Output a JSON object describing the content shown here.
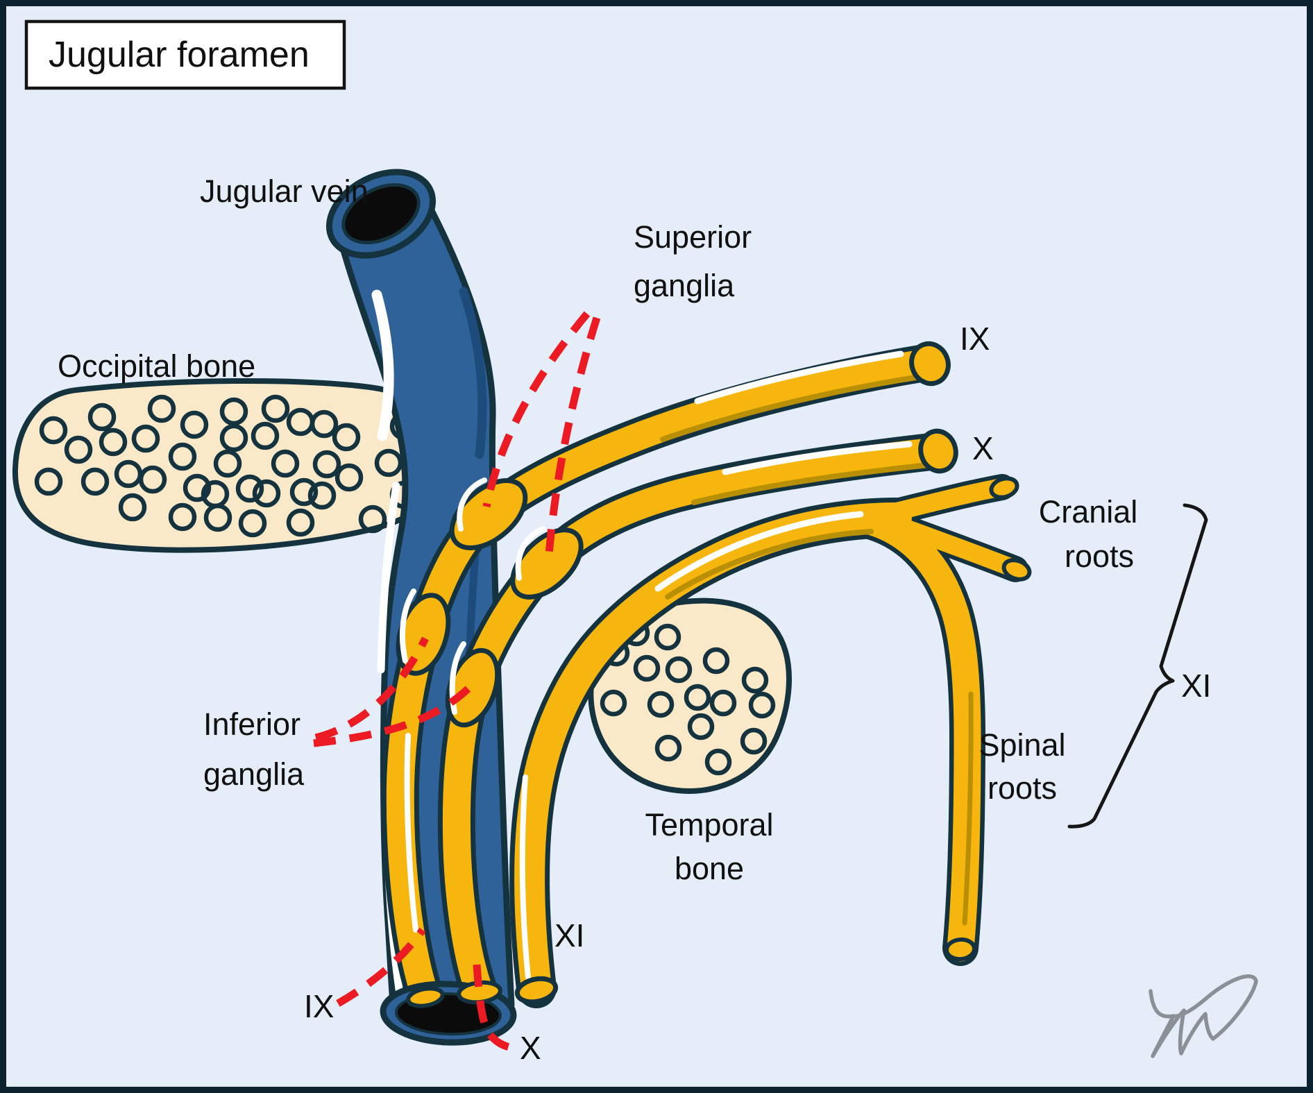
{
  "title": "Jugular foramen",
  "labels": {
    "jugular_vein": "Jugular vein",
    "superior_ganglia": [
      "Superior",
      "ganglia"
    ],
    "occipital_bone": "Occipital bone",
    "nerve_ix": "IX",
    "nerve_x": "X",
    "cranial_roots": [
      "Cranial",
      "roots"
    ],
    "nerve_xi": "XI",
    "spinal_roots": [
      "Spinal",
      "roots"
    ],
    "inferior_ganglia": [
      "Inferior",
      "ganglia"
    ],
    "temporal_bone": [
      "Temporal",
      "bone"
    ],
    "nerve_xi_exit": "XI",
    "nerve_ix_exit": "IX",
    "nerve_x_exit": "X"
  },
  "colors": {
    "bg": "#e4edf8",
    "frame": "#0d2230",
    "ink": "#14333f",
    "vein": "#2e6298",
    "vein_dark": "#1d4c7c",
    "gold": "#f7b60d",
    "gold_dark": "#b98f03",
    "bone": "#f9e9c8",
    "red": "#ec1b23",
    "text": "#101010",
    "signature": "#8b9096"
  }
}
